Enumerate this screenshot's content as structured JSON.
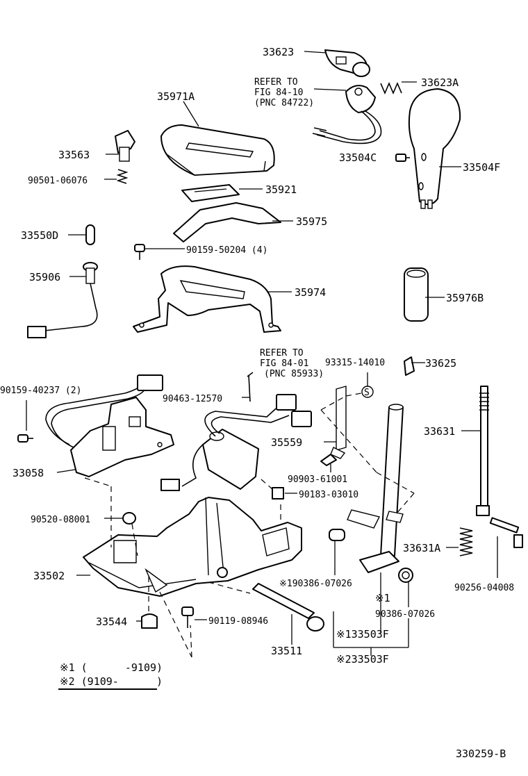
{
  "diagram": {
    "labels": {
      "p33623": "33623",
      "refer1_line1": "REFER TO",
      "refer1_line2": "FIG 84-10",
      "refer1_line3": "(PNC 84722)",
      "p33623A": "33623A",
      "p35971A": "35971A",
      "p33563": "33563",
      "p90501": "90501-06076",
      "p33504C": "33504C",
      "p33504F": "33504F",
      "p35921": "35921",
      "p35975": "35975",
      "p33550D": "33550D",
      "p90159_50204": "90159-50204 (4)",
      "p35906": "35906",
      "p35974": "35974",
      "p35976B": "35976B",
      "refer2_line1": "REFER TO",
      "refer2_line2": "FIG 84-01",
      "refer2_line3": "(PNC 85933)",
      "p93315": "93315-14010",
      "p33625": "33625",
      "p90159_40237": "90159-40237 (2)",
      "p90463": "90463-12570",
      "p33631": "33631",
      "p35559": "35559",
      "p33058": "33058",
      "p90903": "90903-61001",
      "p90183": "90183-03010",
      "p90520": "90520-08001",
      "p33631A": "33631A",
      "p33502": "33502",
      "p190386": "※190386-07026",
      "p90256": "90256-04008",
      "note1": "※1",
      "p90386": "90386-07026",
      "p33544": "33544",
      "p90119": "90119-08946",
      "p133503F": "※133503F",
      "p33511": "33511",
      "p233503F": "※233503F",
      "s_symbol": "S",
      "footnote1": "※1 (      -9109)",
      "footnote2": "※2 (9109-      )",
      "figure_id": "330259-B"
    }
  }
}
